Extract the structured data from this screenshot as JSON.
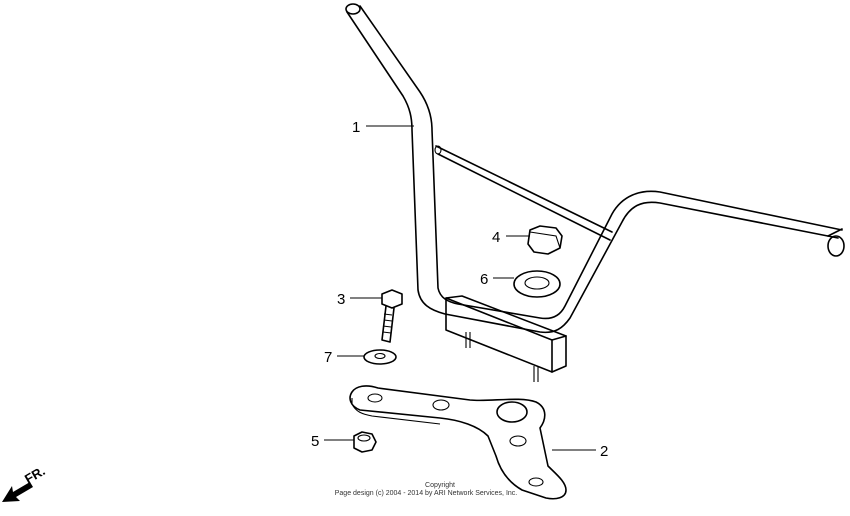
{
  "callouts": [
    {
      "id": "1",
      "label": "1"
    },
    {
      "id": "2",
      "label": "2"
    },
    {
      "id": "3",
      "label": "3"
    },
    {
      "id": "4",
      "label": "4"
    },
    {
      "id": "5",
      "label": "5"
    },
    {
      "id": "6",
      "label": "6"
    },
    {
      "id": "7",
      "label": "7"
    }
  ],
  "front_marker": {
    "label": "FR.",
    "icon": "arrow-front-icon"
  },
  "copyright": {
    "line1": "Copyright",
    "line2": "Page design (c) 2004 - 2014 by ARI Network Services, Inc."
  }
}
